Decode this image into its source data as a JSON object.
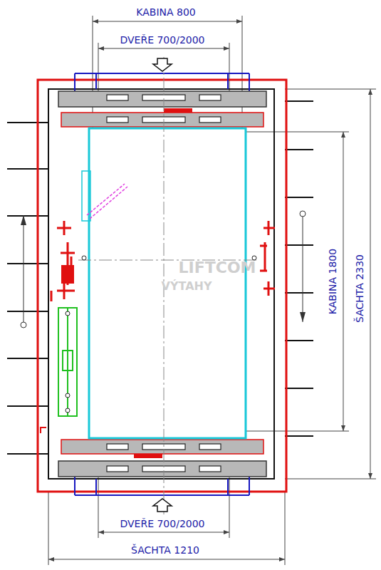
{
  "diagram": {
    "labels": [
      "KABINA 800",
      "DVEŘE 700/2000",
      "DVEŘE 700/2000",
      "ŠACHTA 1210",
      "KABINA 1800",
      "ŠACHTA 2330",
      "LIFTCOM",
      "VÝTAHY"
    ]
  }
}
